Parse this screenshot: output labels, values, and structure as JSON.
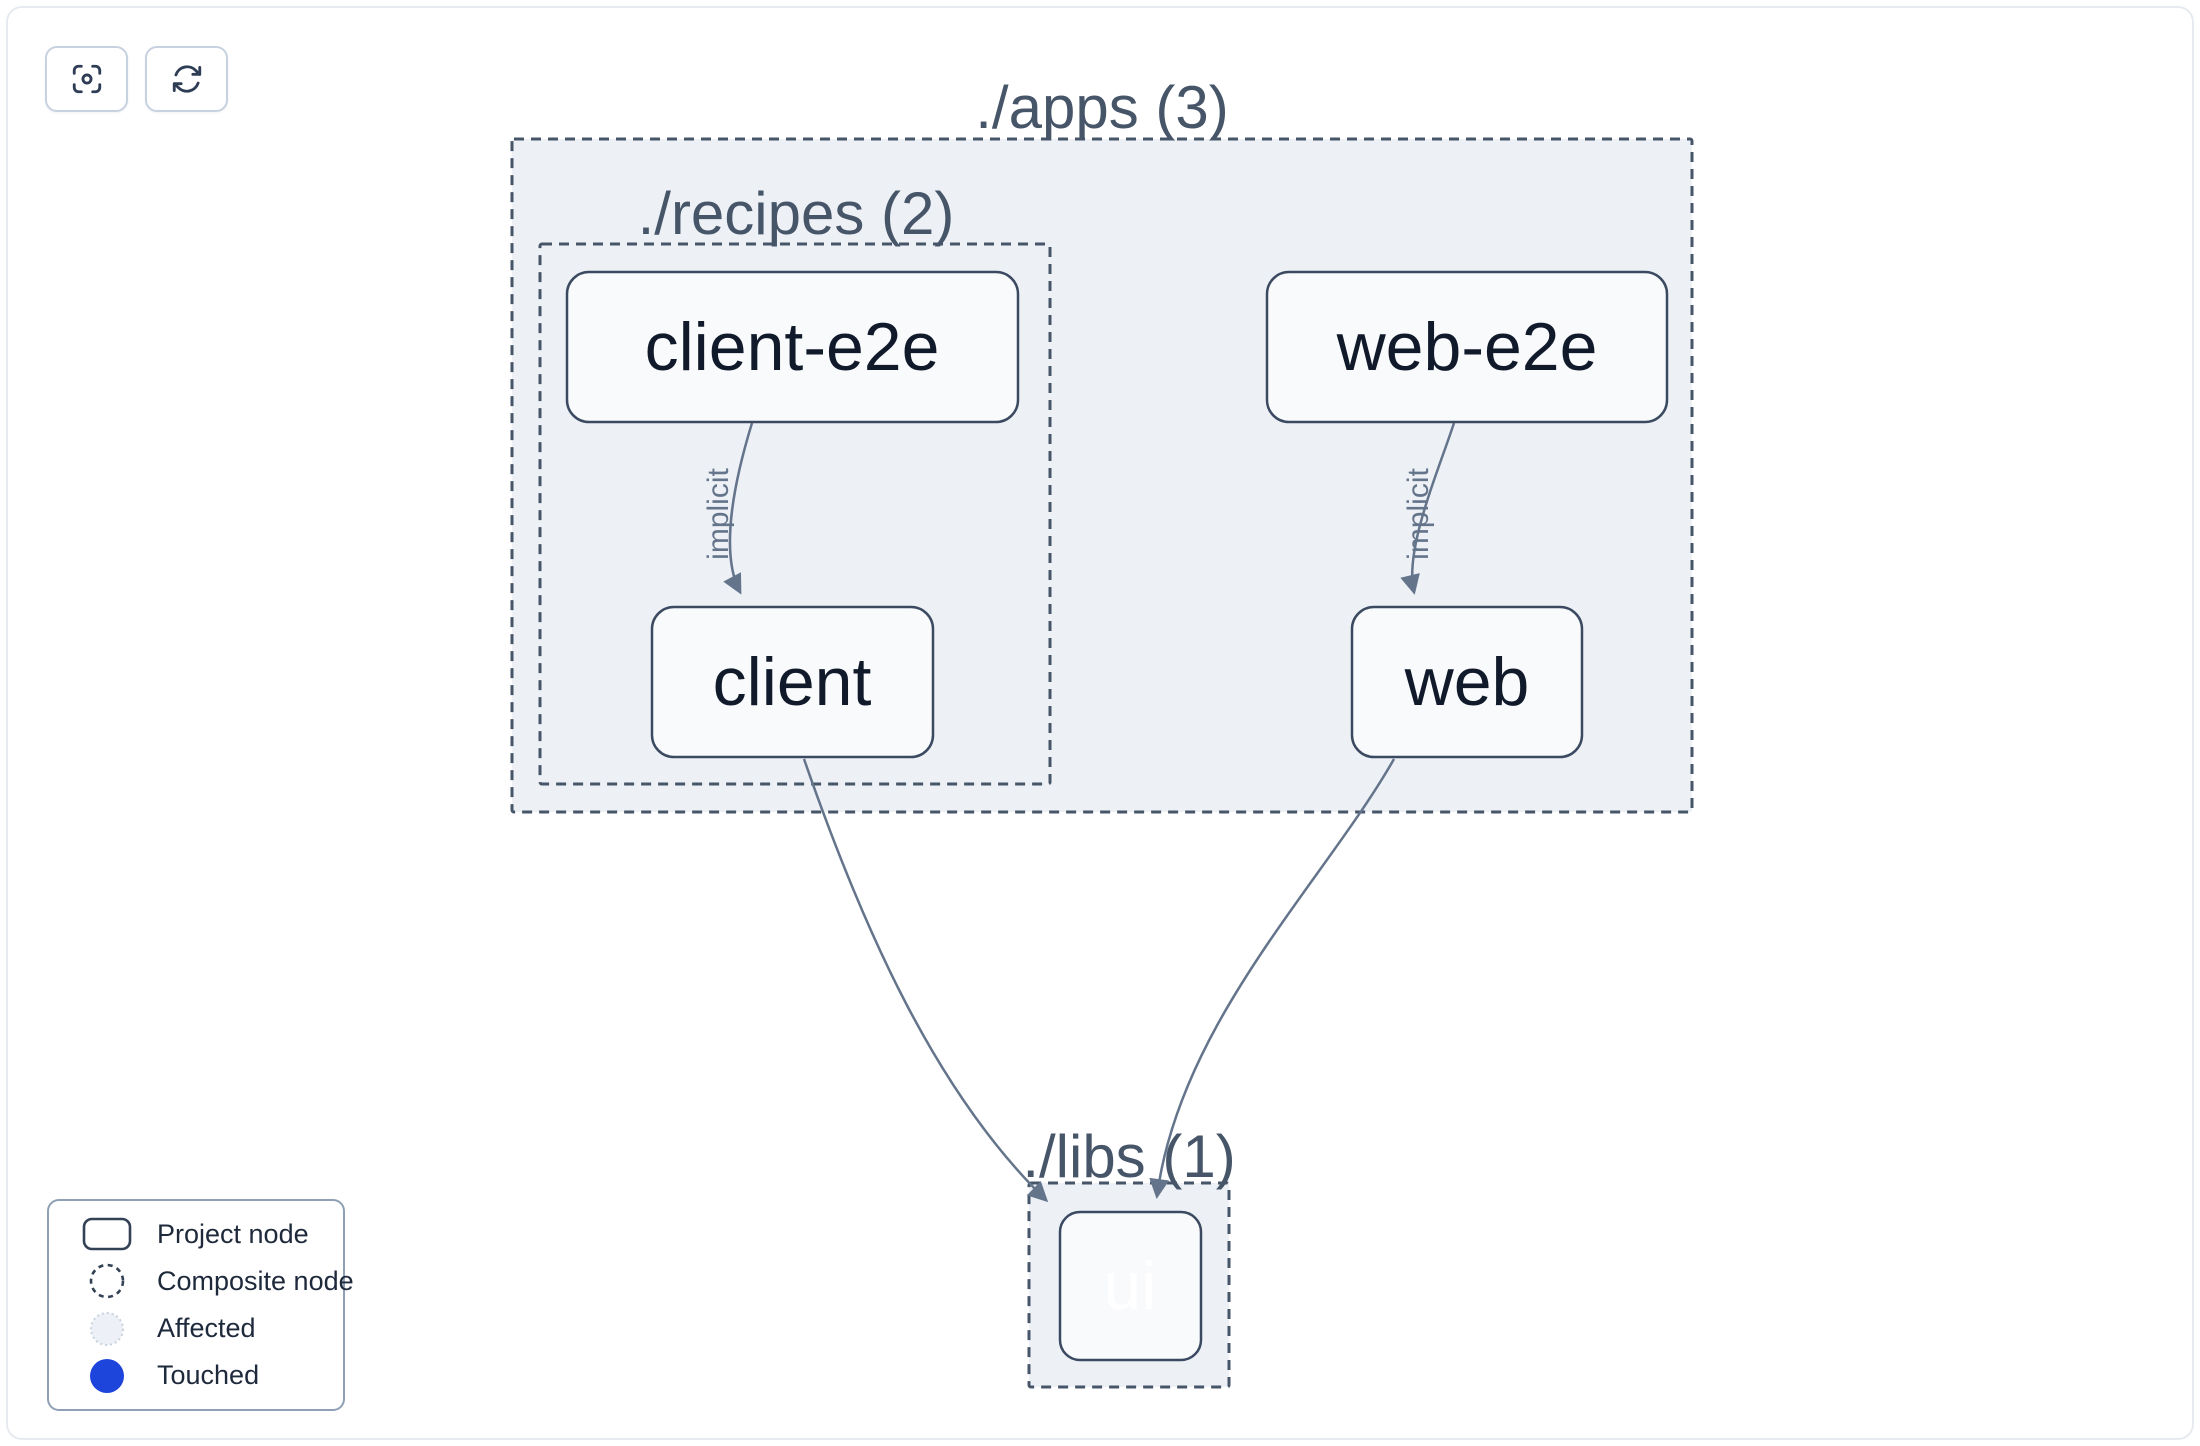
{
  "toolbar": {
    "buttons": [
      {
        "icon": "focus-icon"
      },
      {
        "icon": "refresh-icon"
      }
    ]
  },
  "graph": {
    "groups": [
      {
        "id": "apps",
        "label": "./apps (3)"
      },
      {
        "id": "recipes",
        "label": "./recipes (2)"
      },
      {
        "id": "libs",
        "label": "./libs (1)"
      }
    ],
    "nodes": [
      {
        "id": "client-e2e",
        "label": "client-e2e",
        "state": "normal"
      },
      {
        "id": "web-e2e",
        "label": "web-e2e",
        "state": "normal"
      },
      {
        "id": "client",
        "label": "client",
        "state": "normal"
      },
      {
        "id": "web",
        "label": "web",
        "state": "normal"
      },
      {
        "id": "ui",
        "label": "ui",
        "state": "touched"
      }
    ],
    "edges": [
      {
        "from": "client-e2e",
        "to": "client",
        "label": "implicit"
      },
      {
        "from": "web-e2e",
        "to": "web",
        "label": "implicit"
      },
      {
        "from": "client",
        "to": "ui",
        "label": ""
      },
      {
        "from": "web",
        "to": "ui",
        "label": ""
      }
    ]
  },
  "legend": {
    "items": [
      {
        "icon": "project-node-swatch",
        "label": "Project node"
      },
      {
        "icon": "composite-node-swatch",
        "label": "Composite node"
      },
      {
        "icon": "affected-swatch",
        "label": "Affected"
      },
      {
        "icon": "touched-swatch",
        "label": "Touched"
      }
    ]
  },
  "colors": {
    "touched_node_fill": "#2563eb",
    "touched_legend_fill": "#1d44db",
    "group_fill": "#edf1f6",
    "group_stroke": "#475569",
    "node_fill": "#f8fafc",
    "node_stroke": "#3b4a60",
    "node_text": "#111a2b",
    "group_label_text": "#475569",
    "edge": "#64748b",
    "affected_fill": "#edf1f7",
    "affected_stroke": "#c9d2de",
    "icon": "#2e3d55"
  }
}
